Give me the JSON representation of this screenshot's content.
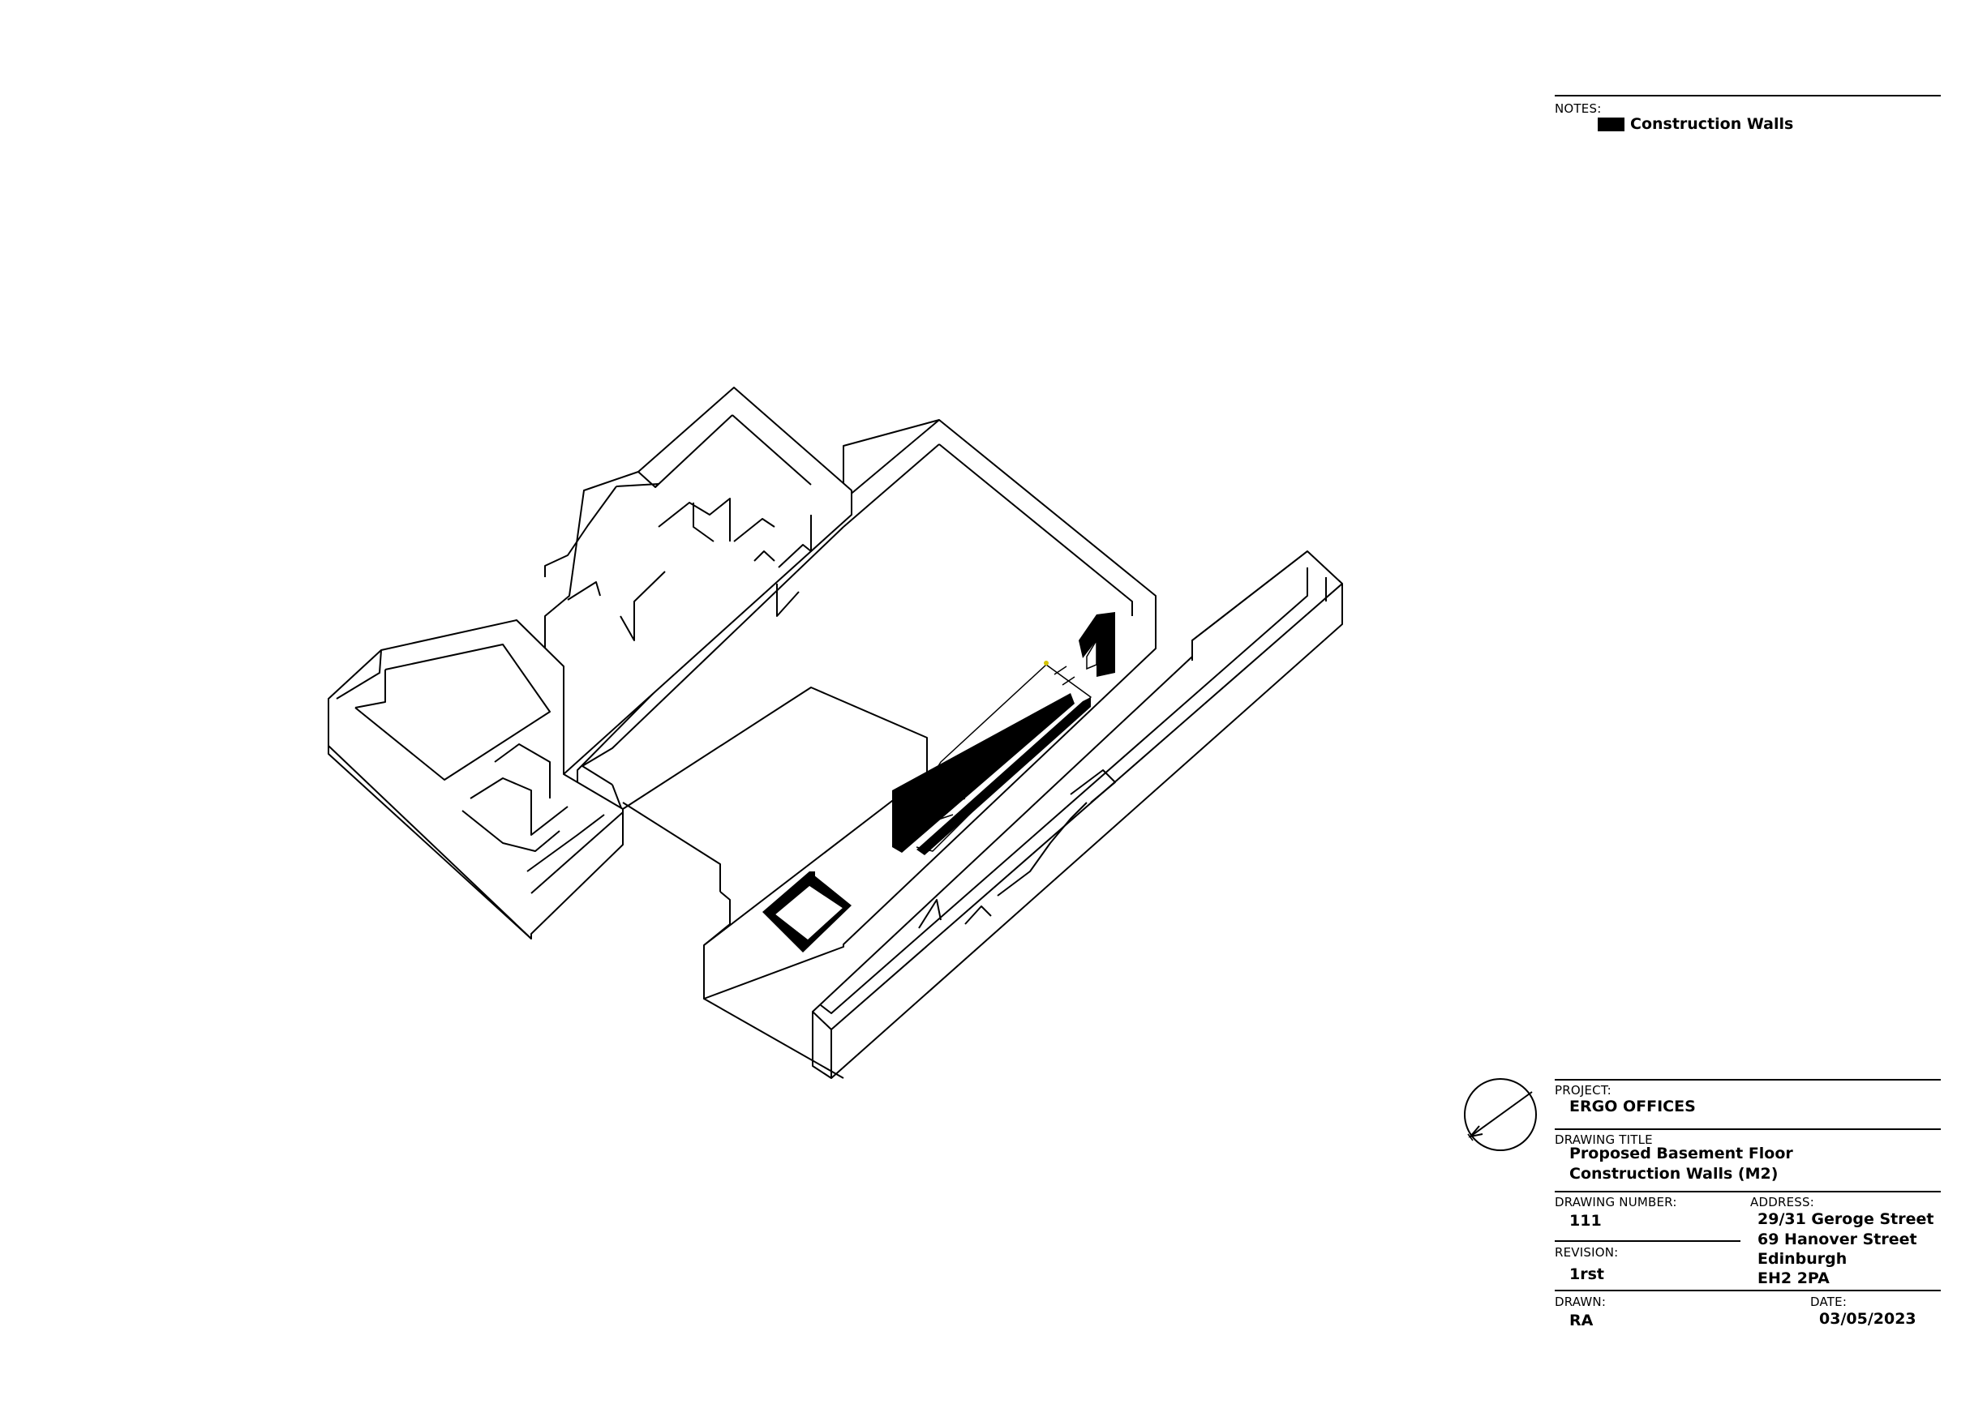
{
  "notes": {
    "label": "NOTES:",
    "legend": {
      "label": "Construction Walls",
      "color": "#000000"
    }
  },
  "title_block": {
    "project_label": "PROJECT:",
    "project": "ERGO OFFICES",
    "drawing_title_label": "DRAWING TITLE",
    "drawing_title": [
      "Proposed Basement Floor",
      "Construction Walls (M2)"
    ],
    "drawing_number_label": "DRAWING NUMBER:",
    "drawing_number": "111",
    "revision_label": "REVISION:",
    "revision": "1rst",
    "address_label": "ADDRESS:",
    "address": [
      "29/31 Geroge Street",
      "69 Hanover Street",
      "Edinburgh",
      "EH2 2PA"
    ],
    "drawn_label": "DRAWN:",
    "drawn": "RA",
    "date_label": "DATE:",
    "date": "03/05/2023"
  },
  "north_arrow": {
    "icon": "north-arrow-icon"
  },
  "colors": {
    "ink": "#000000",
    "paper": "#ffffff",
    "marker": "#d4c400"
  }
}
